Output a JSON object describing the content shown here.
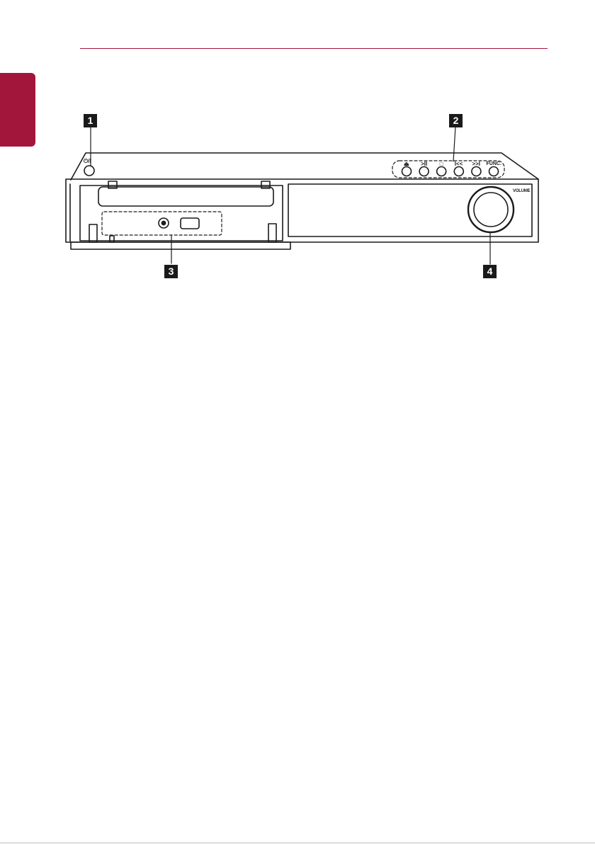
{
  "theme": {
    "accent": "#a3163c",
    "line": "#1a1a1a"
  },
  "callouts": [
    {
      "number": "1",
      "target": "power-button"
    },
    {
      "number": "2",
      "target": "control-buttons"
    },
    {
      "number": "3",
      "target": "front-ports"
    },
    {
      "number": "4",
      "target": "volume-knob"
    }
  ],
  "device": {
    "power_label": "⏻/I",
    "volume_label": "VOLUME",
    "buttons": [
      {
        "icon": "eject-icon",
        "label": "⏏"
      },
      {
        "icon": "play-pause-icon",
        "label": ">II"
      },
      {
        "icon": "stop-icon",
        "label": "□"
      },
      {
        "icon": "skip-back-icon",
        "label": "I<<"
      },
      {
        "icon": "skip-forward-icon",
        "label": ">>I"
      },
      {
        "icon": "function-icon",
        "label": "FUNC."
      }
    ]
  }
}
